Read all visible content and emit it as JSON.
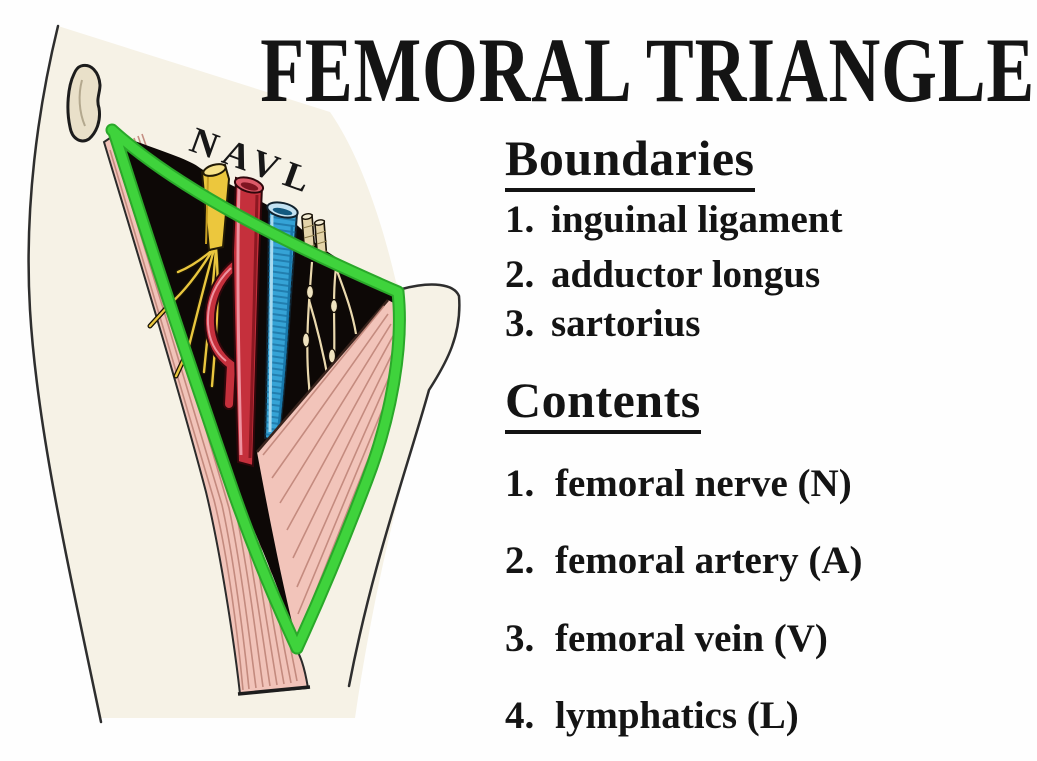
{
  "title": "FEMORAL TRIANGLE",
  "illustration": {
    "navl_label": "NAVL"
  },
  "colors": {
    "triangle_outline_green": "#3fd33c",
    "nerve_yellow": "#ecc73d",
    "artery_red": "#c5303c",
    "vein_blue": "#35a3d6",
    "lymph_beige": "#e4d4a9",
    "muscle_pink": "#f1c3b9",
    "cavity_black": "#0d0806"
  },
  "boundaries": {
    "heading": "Boundaries",
    "items": [
      {
        "num": "1.",
        "label": "inguinal ligament"
      },
      {
        "num": "2.",
        "label": "adductor longus"
      },
      {
        "num": "3.",
        "label": "sartorius"
      }
    ]
  },
  "contents": {
    "heading": "Contents",
    "items": [
      {
        "num": "1.",
        "label": "femoral nerve (N)"
      },
      {
        "num": "2.",
        "label": "femoral artery (A)"
      },
      {
        "num": "3.",
        "label": "femoral vein (V)"
      },
      {
        "num": "4.",
        "label": "lymphatics (L)"
      }
    ]
  }
}
